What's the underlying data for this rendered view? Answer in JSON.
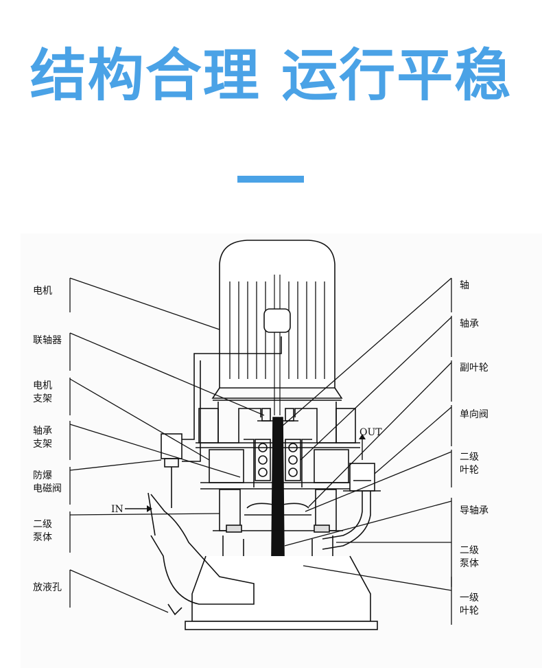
{
  "header": {
    "title": "结构合理 运行平稳",
    "title_color": "#4aa2e6",
    "accent_color": "#4aa2e6"
  },
  "diagram": {
    "labels_left": [
      {
        "key": "motor",
        "lines": [
          "电机"
        ]
      },
      {
        "key": "coupling",
        "lines": [
          "联轴器"
        ]
      },
      {
        "key": "motor-bracket",
        "lines": [
          "电机",
          "支架"
        ]
      },
      {
        "key": "bearing-bracket",
        "lines": [
          "轴承",
          "支架"
        ]
      },
      {
        "key": "solenoid-valve",
        "lines": [
          "防爆",
          "电磁阀"
        ]
      },
      {
        "key": "stage2-casing-left",
        "lines": [
          "二级",
          "泵体"
        ]
      },
      {
        "key": "drain-hole",
        "lines": [
          "放液孔"
        ]
      }
    ],
    "labels_right": [
      {
        "key": "shaft",
        "lines": [
          "轴"
        ]
      },
      {
        "key": "bearing",
        "lines": [
          "轴承"
        ]
      },
      {
        "key": "auxiliary-impeller",
        "lines": [
          "副叶轮"
        ]
      },
      {
        "key": "check-valve",
        "lines": [
          "单向阀"
        ]
      },
      {
        "key": "stage2-impeller",
        "lines": [
          "二级",
          "叶轮"
        ]
      },
      {
        "key": "guide-bearing",
        "lines": [
          "导轴承"
        ]
      },
      {
        "key": "stage2-casing-right",
        "lines": [
          "二级",
          "泵体"
        ]
      },
      {
        "key": "stage1-impeller",
        "lines": [
          "一级",
          "叶轮"
        ]
      }
    ],
    "inlet_label": "IN",
    "outlet_label": "OUT"
  }
}
